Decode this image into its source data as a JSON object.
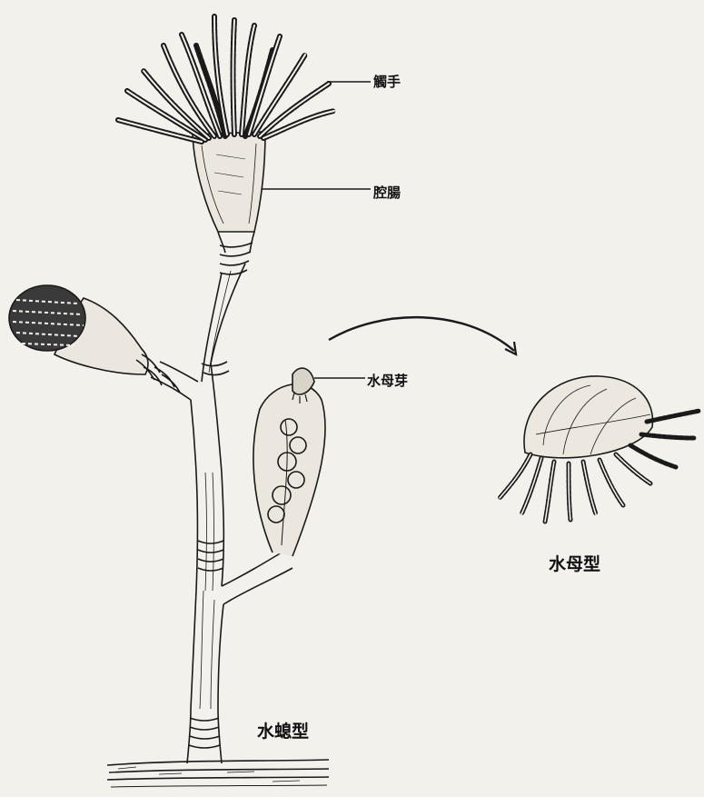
{
  "labels": {
    "tentacle": "觸手",
    "gastric_cavity": "腔腸",
    "medusa_bud": "水母芽",
    "medusa_form": "水母型",
    "polyp_form": "水螅型"
  },
  "colors": {
    "background": "#f3f1ec",
    "ink": "#1a1a1a"
  }
}
